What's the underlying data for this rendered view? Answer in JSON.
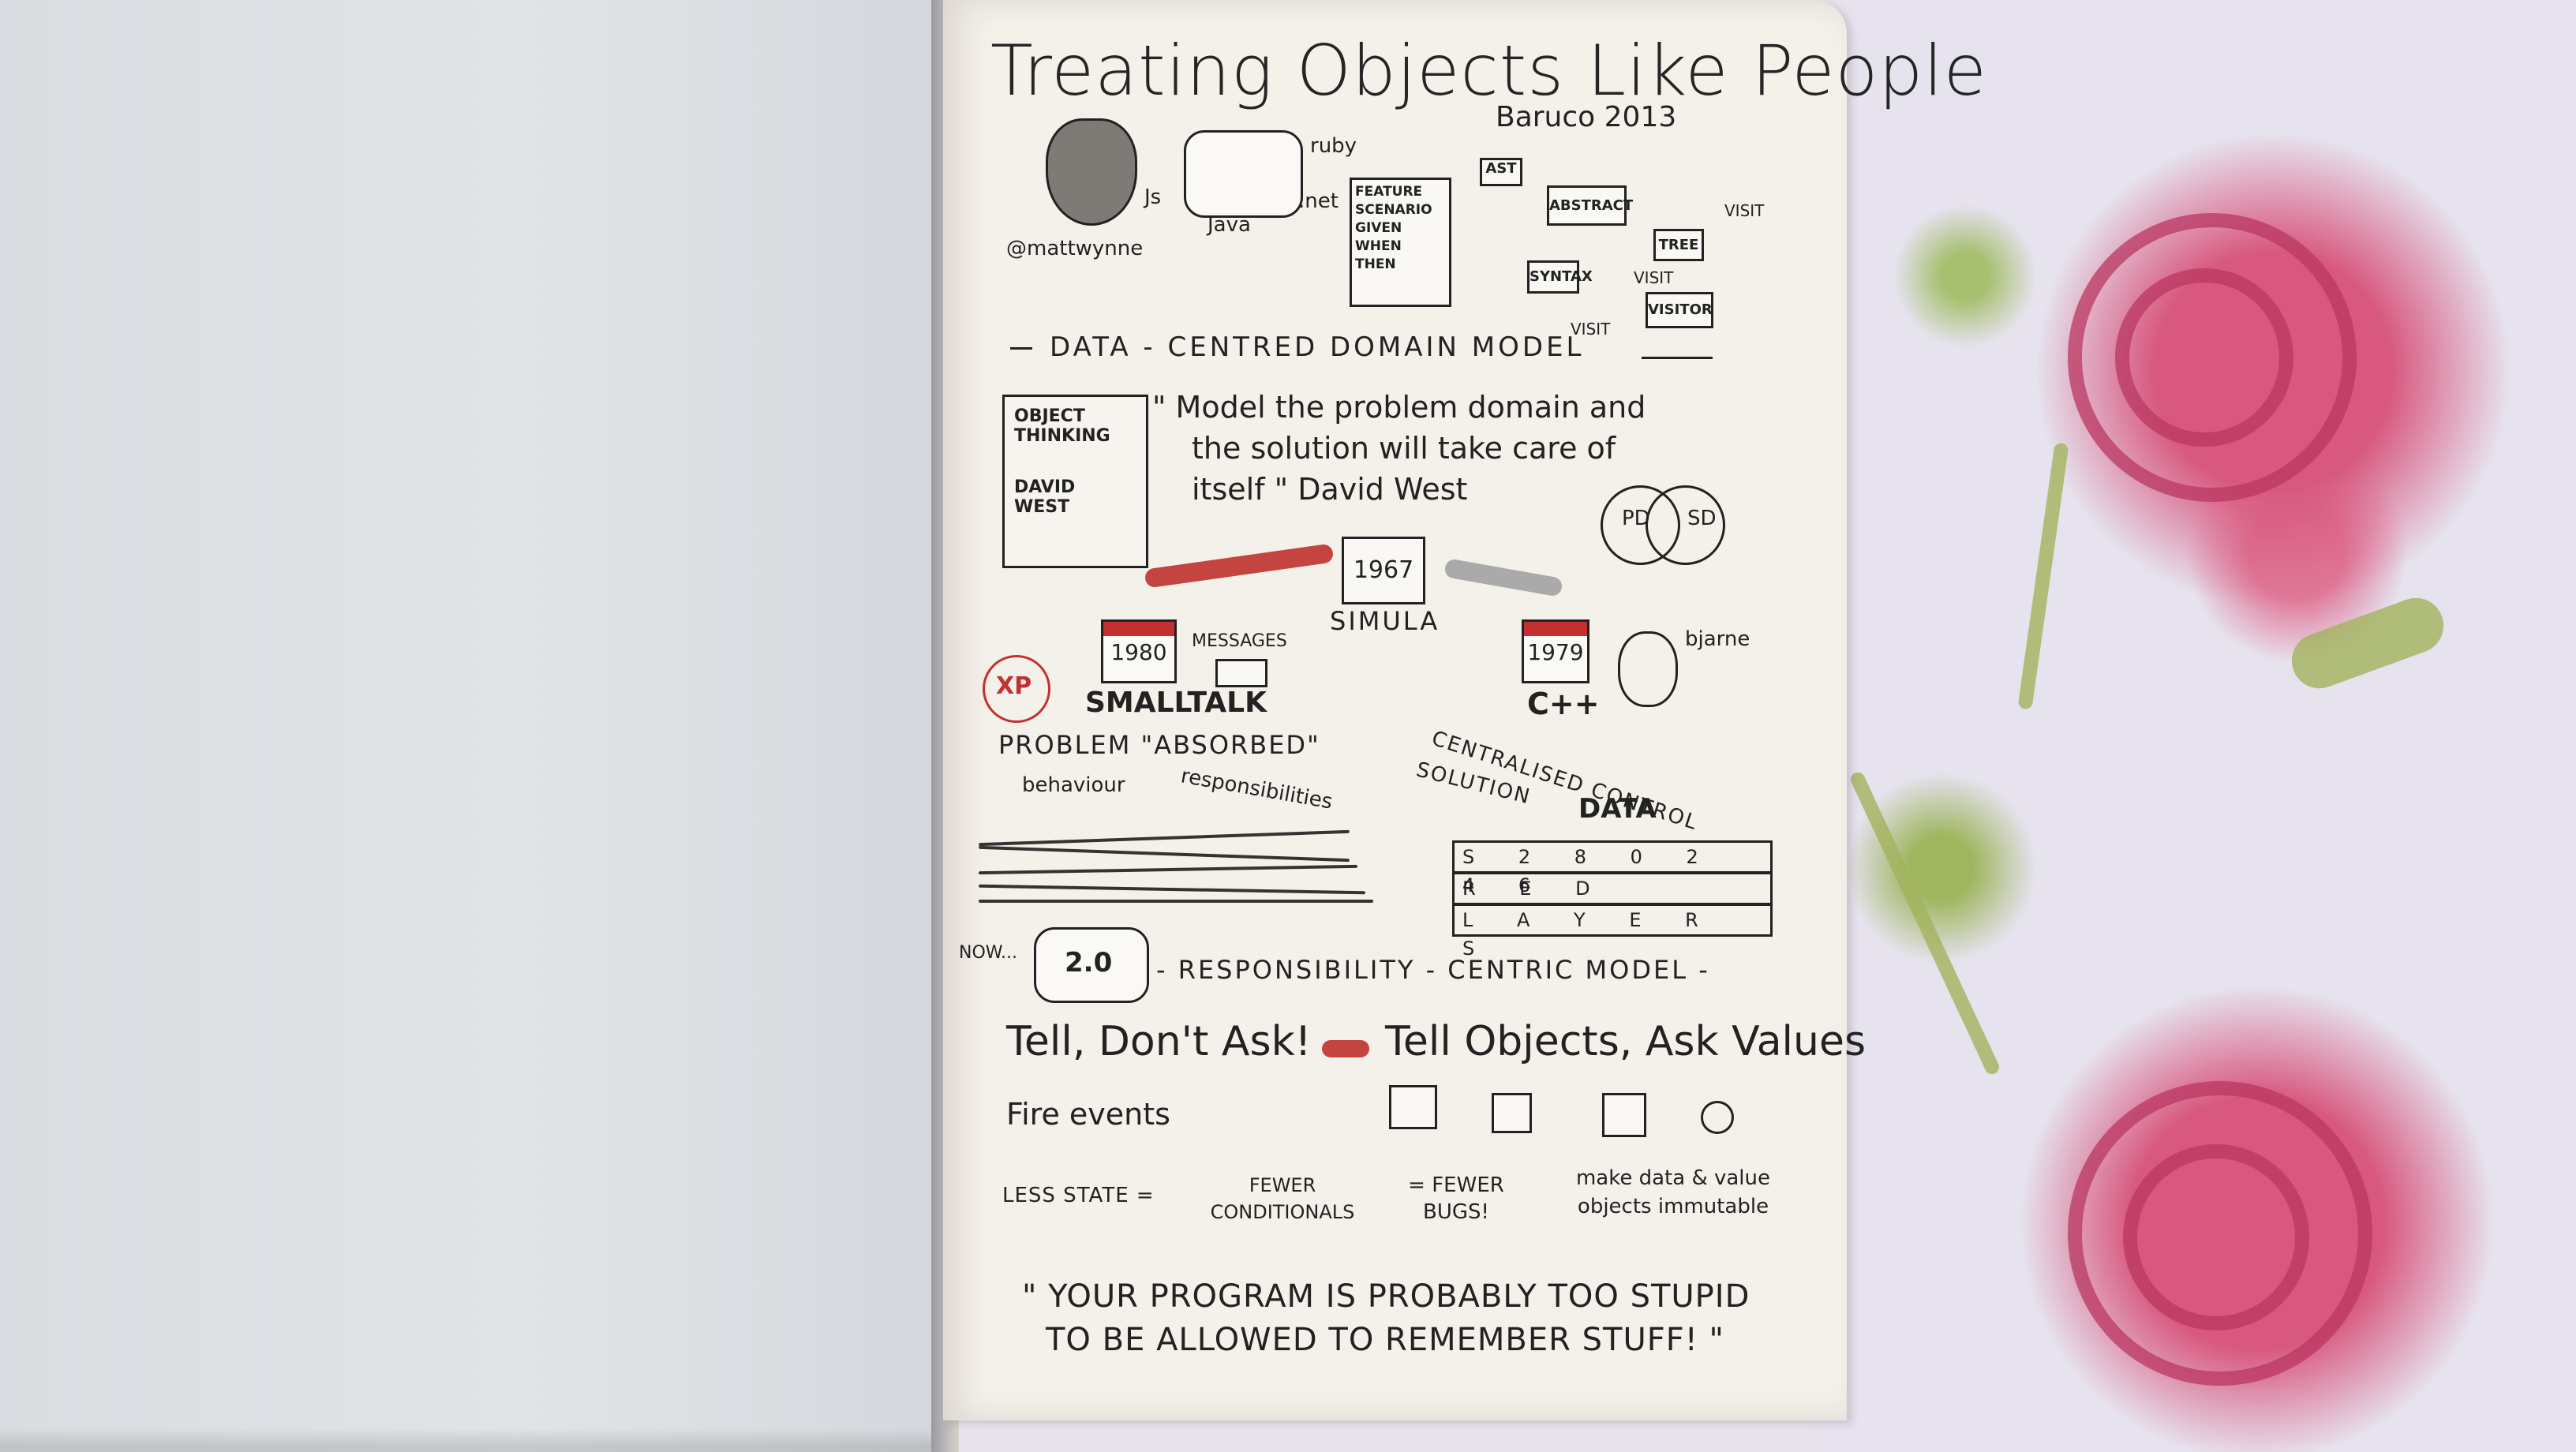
{
  "title": {
    "text": "Treating Objects Like People",
    "event": "Baruco 2013"
  },
  "speaker": {
    "handle": "@mattwynne",
    "langs": [
      "Js",
      "Java",
      ".net",
      "ruby"
    ]
  },
  "feature_card": [
    "FEATURE",
    "SCENARIO",
    "GIVEN",
    "WHEN",
    "THEN"
  ],
  "ast": {
    "nodes": [
      "AST",
      "ABSTRACT",
      "TREE",
      "SYNTAX",
      "VISITOR"
    ],
    "visit_labels": [
      "VISIT",
      "VISIT",
      "VISIT"
    ]
  },
  "section1": "DATA - CENTRED DOMAIN MODEL",
  "book": {
    "title": "OBJECT THINKING",
    "author": "DAVID WEST"
  },
  "quote": {
    "line1": "\" Model the problem domain and",
    "line2": "the solution will take care of",
    "line3": "itself \" David West"
  },
  "venn": [
    "PD",
    "SD"
  ],
  "simula": {
    "year": "1967",
    "name": "SIMULA"
  },
  "smalltalk": {
    "year": "1980",
    "messages": "MESSAGES",
    "name": "SMALLTALK",
    "xp": "XP",
    "problem": "PROBLEM \"ABSORBED\"",
    "behaviour": "behaviour",
    "responsibilities": "responsibilities"
  },
  "cpp": {
    "year": "1979",
    "name": "C++",
    "person": "bjarne",
    "centralised": "CENTRALISED CONTROL",
    "solution": "SOLUTION",
    "data": "DATA",
    "layers_row1": "S  2 8 0 2 4 6",
    "layers_row2": "R E D",
    "layers_row3": "L A Y E R S"
  },
  "section2": {
    "now": "NOW...",
    "bubble": "2.0",
    "text": "- RESPONSIBILITY - CENTRIC MODEL -"
  },
  "tell": {
    "left": "Tell, Don't Ask!",
    "right": "Tell Objects, Ask Values",
    "fire": "Fire events",
    "less_state": "LESS STATE =",
    "fewer_conditionals": "FEWER CONDITIONALS",
    "fewer_bugs": "= FEWER BUGS!",
    "immutable": "make data & value objects immutable"
  },
  "closing_quote": {
    "line1": "\" YOUR PROGRAM IS PROBABLY TOO STUPID",
    "line2": "TO BE ALLOWED TO REMEMBER STUFF! \""
  }
}
